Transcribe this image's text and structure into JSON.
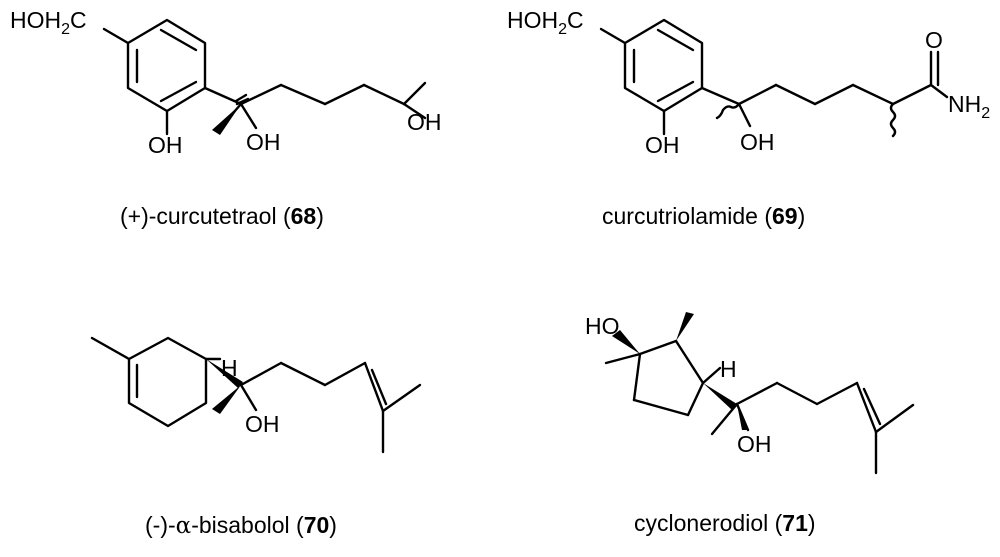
{
  "compounds": [
    {
      "labels": {
        "hoh2c_a": "HOH",
        "hoh2c_sub": "2",
        "hoh2c_b": "C",
        "oh_phenol": "OH",
        "oh_tert": "OH",
        "oh_terminal": "OH"
      },
      "caption": {
        "prefix": "(+)-curcutetraol (",
        "number": "68",
        "suffix": ")"
      }
    },
    {
      "labels": {
        "hoh2c_a": "HOH",
        "hoh2c_sub": "2",
        "hoh2c_b": "C",
        "oh_phenol": "OH",
        "oh_tert": "OH",
        "o_carbonyl": "O",
        "nh2_a": "NH",
        "nh2_sub": "2"
      },
      "caption": {
        "prefix": "curcutriolamide (",
        "number": "69",
        "suffix": ")"
      }
    },
    {
      "labels": {
        "h_ring": "H",
        "oh_tert": "OH"
      },
      "caption": {
        "prefix": "(-)-",
        "greek": "α",
        "mid": "-bisabolol (",
        "number": "70",
        "suffix": ")"
      }
    },
    {
      "labels": {
        "ho_ring": "HO",
        "h_ring": "H",
        "oh_tert": "OH"
      },
      "caption": {
        "prefix": "cyclonerodiol (",
        "number": "71",
        "suffix": ")"
      }
    }
  ]
}
